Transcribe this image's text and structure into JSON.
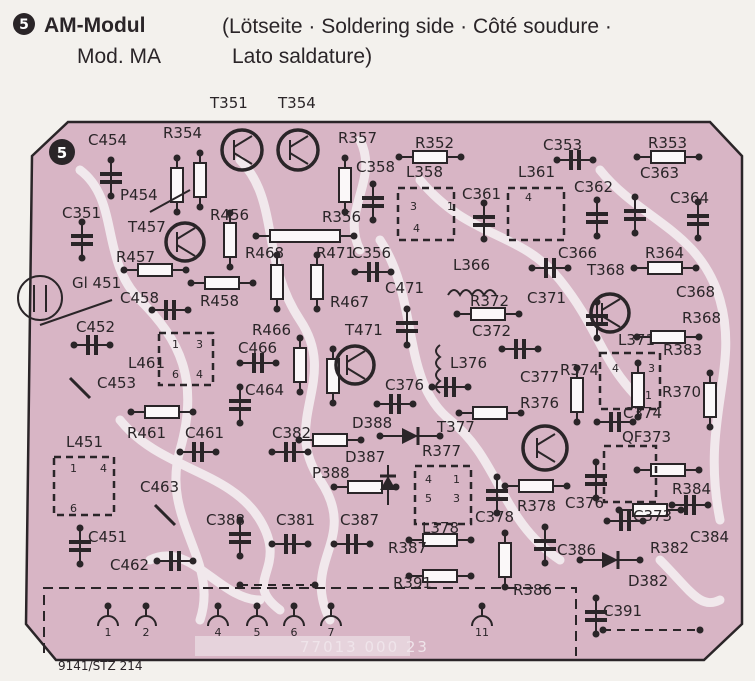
{
  "header": {
    "module_number": "5",
    "title": "AM-Modul",
    "subtitle": "Mod. MA",
    "description_line1": "(Lötseite · Soldering side · Côté soudure ·",
    "description_line2": "Lato saldature)"
  },
  "board": {
    "badge": "5",
    "fill_color": "#d8b5c5",
    "trace_color": "#f4eef1",
    "ink_color": "#2a2528",
    "watermark": "77013 000 23",
    "footer": "9141/STZ 214"
  },
  "components": {
    "T351": "T351",
    "T354": "T354",
    "C454": "C454",
    "R354": "R354",
    "R357": "R357",
    "R352": "R352",
    "C353": "C353",
    "R353": "R353",
    "C358": "C358",
    "L358": "L358",
    "C361": "C361",
    "L361": "L361",
    "C362": "C362",
    "C363": "C363",
    "C364": "C364",
    "P454": "P454",
    "C351": "C351",
    "R456": "R456",
    "R356": "R356",
    "T457": "T457",
    "R468": "R468",
    "R471": "R471",
    "C356": "C356",
    "C366": "C366",
    "R364": "R364",
    "L366": "L366",
    "T368": "T368",
    "R457": "R457",
    "Gl451": "Gl 451",
    "C458": "C458",
    "R458": "R458",
    "C471": "C471",
    "R372": "R372",
    "C371": "C371",
    "C368": "C368",
    "R467": "R467",
    "R368": "R368",
    "C452": "C452",
    "R466": "R466",
    "T471": "T471",
    "C372": "C372",
    "L371": "L371",
    "R383": "R383",
    "L461": "L461",
    "C466": "C466",
    "L376": "L376",
    "C377": "C377",
    "R374": "R374",
    "C376a": "C376",
    "C453": "C453",
    "C464": "C464",
    "R370": "R370",
    "R376": "R376",
    "C374": "C374",
    "R461": "R461",
    "C461": "C461",
    "C382": "C382",
    "D388": "D388",
    "T377": "T377",
    "QF373": "QF373",
    "R377": "R377",
    "L451": "L451",
    "D387": "D387",
    "P388": "P388",
    "R384": "R384",
    "C378": "C378",
    "R378": "R378",
    "C376b": "C376",
    "C373": "C373",
    "C384": "C384",
    "L378": "L378",
    "C463": "C463",
    "C388": "C388",
    "C381": "C381",
    "C387": "C387",
    "R387": "R387",
    "C386": "C386",
    "R382": "R382",
    "C451": "C451",
    "C462": "C462",
    "R391": "R391",
    "D382": "D382",
    "R386": "R386",
    "C391": "C391"
  },
  "connector_pins": [
    "1",
    "2",
    "4",
    "5",
    "6",
    "7",
    "11"
  ],
  "coil_pins": {
    "L358": [
      "3",
      "1",
      "4"
    ],
    "L361": [
      "4"
    ],
    "L461": [
      "1",
      "3",
      "6",
      "4"
    ],
    "L451": [
      "1",
      "4",
      "6"
    ],
    "L371": [
      "4",
      "3",
      "1"
    ],
    "L378": [
      "4",
      "1",
      "5",
      "3"
    ]
  }
}
